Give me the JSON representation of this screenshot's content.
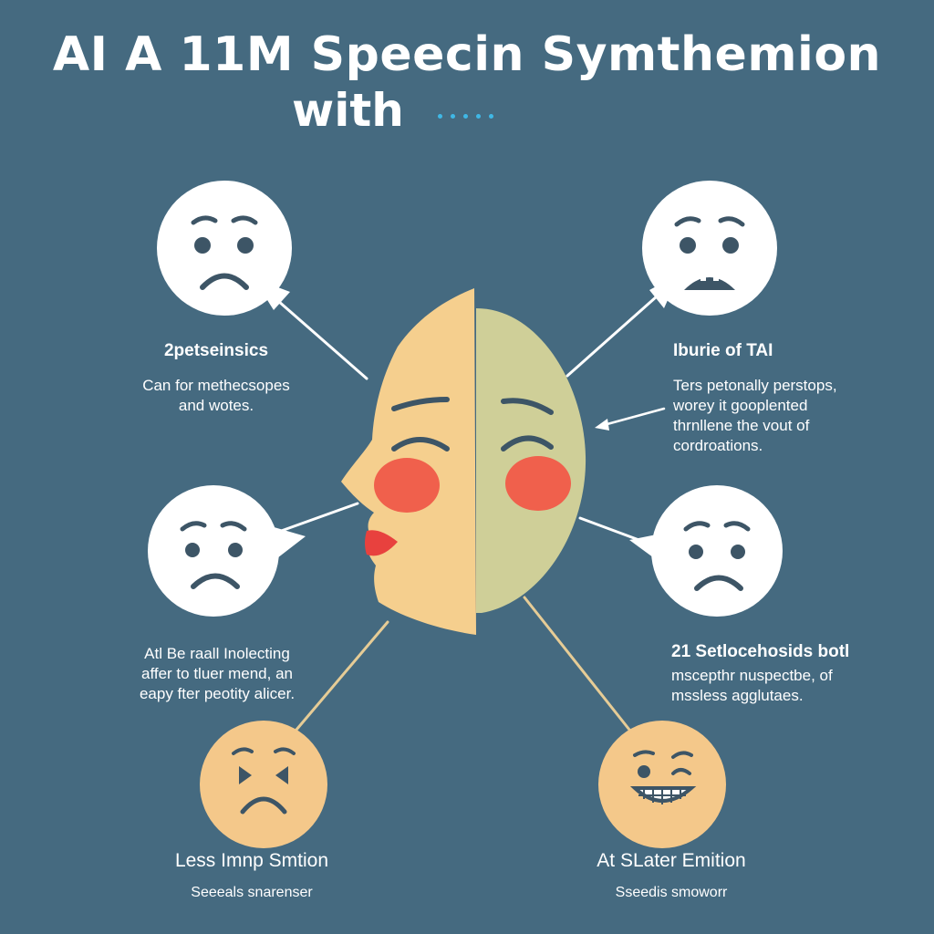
{
  "title": {
    "line1": "AI A 11M Speecin Symthemion",
    "line2": "with"
  },
  "colors": {
    "background": "#456a80",
    "face_white": "#ffffff",
    "face_peach": "#f4c88a",
    "head_left": "#f5cf8e",
    "head_right": "#cfcf98",
    "blush": "#f0604c",
    "lips": "#e8413e",
    "connector_white": "#ffffff",
    "connector_tan": "#e6cc96",
    "accent_dots": "#3fb8e6",
    "feature_dark": "#3d5566"
  },
  "emotions": [
    {
      "id": "top-left",
      "expression": "sad",
      "heading": "2petseinsics",
      "body": [
        "Can for methecsopes",
        "and wotes."
      ]
    },
    {
      "id": "top-right",
      "expression": "worried",
      "heading": "Iburie of TAI",
      "body": [
        "Ters petonally perstops,",
        "worey it gooplented",
        "thrnllene the vout of",
        "cordroations."
      ]
    },
    {
      "id": "mid-left",
      "expression": "sad",
      "heading": "",
      "body": [
        "Atl Be raall Inolecting",
        "affer to tluer mend, an",
        "eapy fter peotity alicer."
      ]
    },
    {
      "id": "mid-right",
      "expression": "sad",
      "heading": "21 Setlocehosids botl",
      "body": [
        "mscepthr nuspectbe, of",
        "mssless agglutaes."
      ]
    },
    {
      "id": "bottom-left",
      "expression": "squinting-frown",
      "heading": "Less Imnp Smtion",
      "body": [
        "Seeeals snarenser"
      ]
    },
    {
      "id": "bottom-right",
      "expression": "grinning-wink",
      "heading": "At SLater Emition",
      "body": [
        "Sseedis smoworr"
      ]
    }
  ]
}
